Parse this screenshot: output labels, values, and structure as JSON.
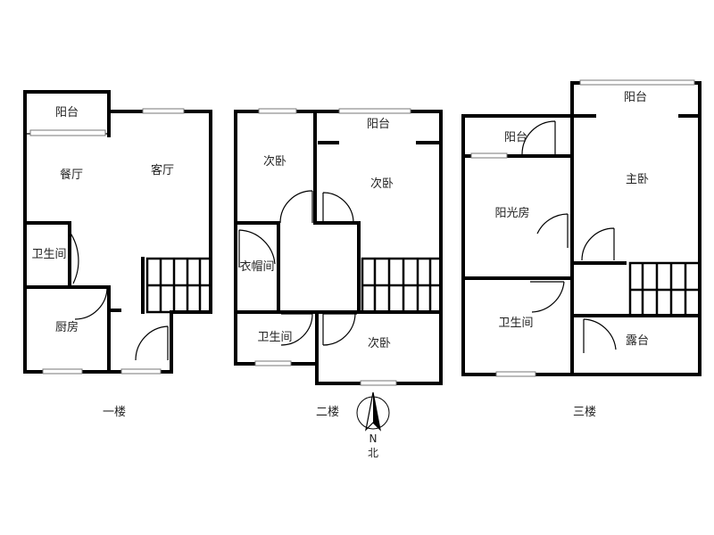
{
  "floors": {
    "f1": {
      "label": "一楼",
      "rooms": {
        "balcony": "阳台",
        "dining": "餐厅",
        "living": "客厅",
        "bath": "卫生间",
        "kitchen": "厨房"
      }
    },
    "f2": {
      "label": "二楼",
      "rooms": {
        "bed_nw": "次卧",
        "balcony": "阳台",
        "bed_ne": "次卧",
        "closet": "衣帽间",
        "bath": "卫生间",
        "bed_s": "次卧"
      }
    },
    "f3": {
      "label": "三楼",
      "rooms": {
        "balcony_small": "阳台",
        "balcony_top": "阳台",
        "master": "主卧",
        "sunroom": "阳光房",
        "bath": "卫生间",
        "terrace": "露台"
      }
    }
  },
  "compass": {
    "n_letter": "N",
    "north_label": "北"
  }
}
